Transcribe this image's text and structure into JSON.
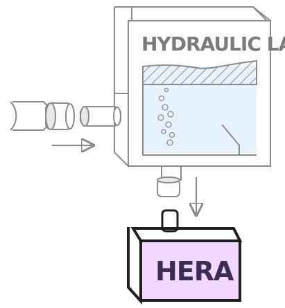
{
  "tank": {
    "label": "HYDRAULIC LABS",
    "water_color": "#e6f3ff",
    "frame_color": "#8a8a8a",
    "hatch": "diagonal-hatch-surface"
  },
  "target": {
    "label": "HERA",
    "fill_color": "#f2d8ff",
    "text_color": "#3b2b57"
  },
  "flows": {
    "inlet": "right-arrow",
    "outlet": "down-arrow"
  },
  "colors": {
    "line": "#8a8a8a",
    "dark": "#1e1e1e"
  }
}
